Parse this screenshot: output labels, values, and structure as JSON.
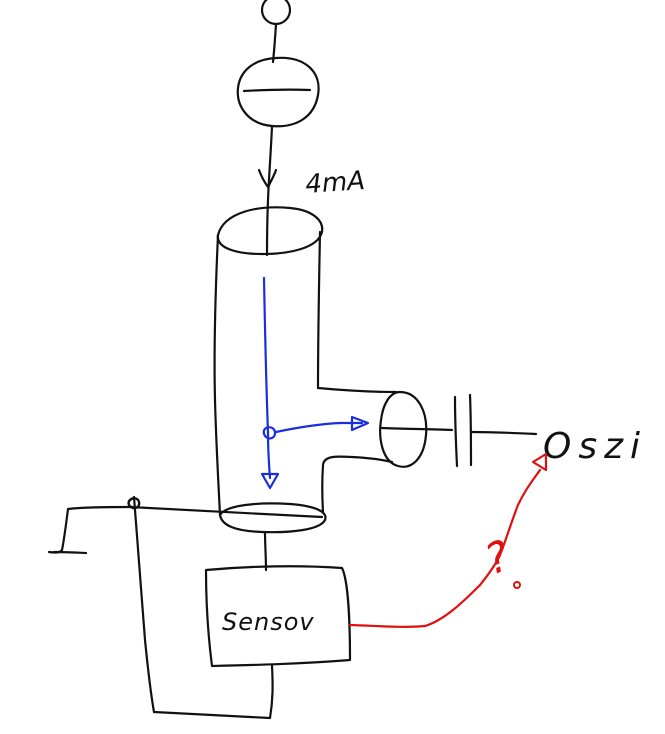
{
  "labels": {
    "current": "4mA",
    "scope": "Oszi",
    "sensor": "Sensov",
    "question": "?"
  },
  "colors": {
    "ink": "#111111",
    "flow": "#1a2ee0",
    "signal": "#e01010"
  }
}
